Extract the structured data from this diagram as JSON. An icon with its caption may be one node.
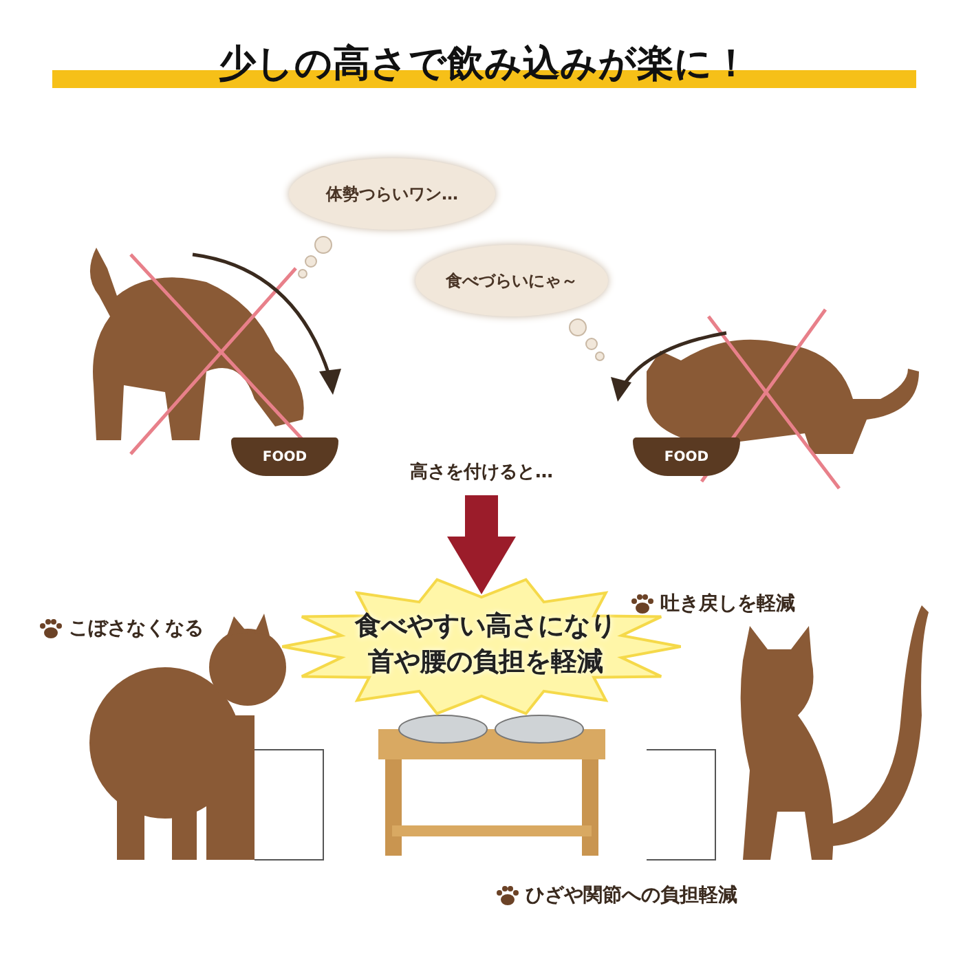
{
  "diagram": {
    "title": "少しの高さで飲み込みが楽に！",
    "nodes": [
      {
        "text": [
          "体勢つらいワン…"
        ]
      },
      {
        "text": [
          "食べづらいにゃ～"
        ]
      },
      {
        "text": [
          "FOOD"
        ]
      },
      {
        "text": [
          "FOOD"
        ]
      },
      {
        "text": [
          "高さを付けると…"
        ]
      },
      {
        "text": [
          "食べやすい高さになり首や腰の負担を軽減"
        ]
      }
    ],
    "edges": [
      {
        "from": 4,
        "to": 5,
        "arrow": "to"
      }
    ],
    "labels": [
      "こぼさなくなる",
      "吐き戻しを軽減",
      "ひざや関節への負担軽減"
    ]
  }
}
